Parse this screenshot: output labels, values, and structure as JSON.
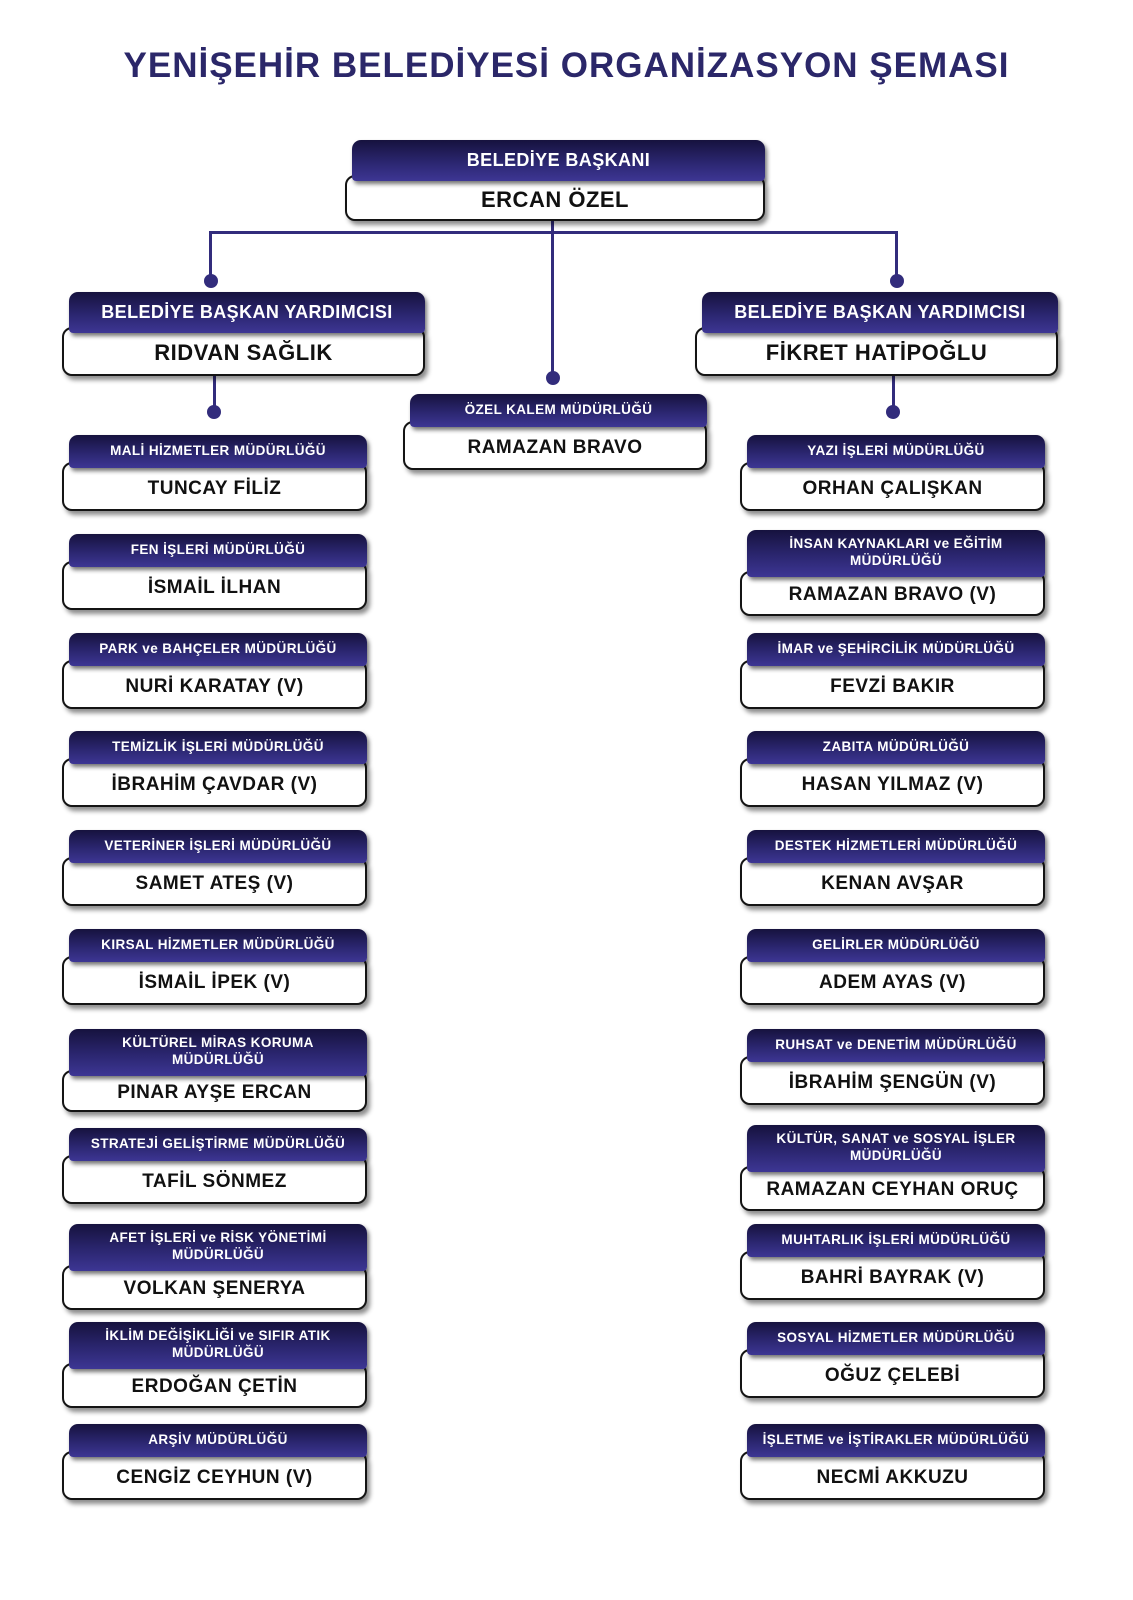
{
  "page": {
    "title": "YENİŞEHİR BELEDİYESİ ORGANİZASYON ŞEMASI"
  },
  "colors": {
    "title_text": "#2b2769",
    "connector_accent": "#322c7c",
    "node_header_gradient_top": "#16123e",
    "node_header_gradient_bottom": "#3d3694",
    "node_header_text": "#ffffff",
    "node_body_background": "#ffffff",
    "node_body_text": "#111111"
  },
  "chart": {
    "mayor": {
      "dept": "BELEDİYE BAŞKANI",
      "name": "ERCAN ÖZEL"
    },
    "deputy_left": {
      "dept": "BELEDİYE BAŞKAN YARDIMCISI",
      "name": "RIDVAN SAĞLIK"
    },
    "deputy_right": {
      "dept": "BELEDİYE BAŞKAN YARDIMCISI",
      "name": "FİKRET HATİPOĞLU"
    },
    "special": {
      "dept": "ÖZEL KALEM MÜDÜRLÜĞÜ",
      "name": "RAMAZAN BRAVO"
    },
    "left": [
      {
        "dept": "MALİ HİZMETLER MÜDÜRLÜĞÜ",
        "name": "TUNCAY FİLİZ"
      },
      {
        "dept": "FEN İŞLERİ MÜDÜRLÜĞÜ",
        "name": "İSMAİL İLHAN"
      },
      {
        "dept": "PARK ve BAHÇELER MÜDÜRLÜĞÜ",
        "name": "NURİ KARATAY (V)"
      },
      {
        "dept": "TEMİZLİK İŞLERİ MÜDÜRLÜĞÜ",
        "name": "İBRAHİM ÇAVDAR (V)"
      },
      {
        "dept": "VETERİNER İŞLERİ MÜDÜRLÜĞÜ",
        "name": "SAMET ATEŞ (V)"
      },
      {
        "dept": "KIRSAL HİZMETLER MÜDÜRLÜĞÜ",
        "name": "İSMAİL İPEK (V)"
      },
      {
        "dept": "KÜLTÜREL MİRAS KORUMA MÜDÜRLÜĞÜ",
        "name": "PINAR AYŞE ERCAN"
      },
      {
        "dept": "STRATEJİ GELİŞTİRME MÜDÜRLÜĞÜ",
        "name": "TAFİL SÖNMEZ"
      },
      {
        "dept": "AFET İŞLERİ ve RİSK YÖNETİMİ MÜDÜRLÜĞÜ",
        "name": "VOLKAN ŞENERYA"
      },
      {
        "dept": "İKLİM DEĞİŞİKLİĞİ ve SIFIR ATIK MÜDÜRLÜĞÜ",
        "name": "ERDOĞAN ÇETİN"
      },
      {
        "dept": "ARŞİV MÜDÜRLÜĞÜ",
        "name": "CENGİZ CEYHUN (V)"
      }
    ],
    "right": [
      {
        "dept": "YAZI İŞLERİ MÜDÜRLÜĞÜ",
        "name": "ORHAN ÇALIŞKAN"
      },
      {
        "dept": "İNSAN KAYNAKLARI ve EĞİTİM MÜDÜRLÜĞÜ",
        "name": "RAMAZAN BRAVO (V)"
      },
      {
        "dept": "İMAR ve ŞEHİRCİLİK MÜDÜRLÜĞÜ",
        "name": "FEVZİ BAKIR"
      },
      {
        "dept": "ZABITA MÜDÜRLÜĞÜ",
        "name": "HASAN YILMAZ (V)"
      },
      {
        "dept": "DESTEK HİZMETLERİ MÜDÜRLÜĞÜ",
        "name": "KENAN AVŞAR"
      },
      {
        "dept": "GELİRLER MÜDÜRLÜĞÜ",
        "name": "ADEM AYAS (V)"
      },
      {
        "dept": "RUHSAT ve DENETİM MÜDÜRLÜĞÜ",
        "name": "İBRAHİM ŞENGÜN (V)"
      },
      {
        "dept": "KÜLTÜR, SANAT ve SOSYAL İŞLER MÜDÜRLÜĞÜ",
        "name": "RAMAZAN CEYHAN ORUÇ"
      },
      {
        "dept": "MUHTARLIK İŞLERİ MÜDÜRLÜĞÜ",
        "name": "BAHRİ BAYRAK (V)"
      },
      {
        "dept": "SOSYAL HİZMETLER MÜDÜRLÜĞÜ",
        "name": "OĞUZ ÇELEBİ"
      },
      {
        "dept": "İŞLETME ve İŞTİRAKLER MÜDÜRLÜĞÜ",
        "name": "NECMİ AKKUZU"
      }
    ]
  }
}
